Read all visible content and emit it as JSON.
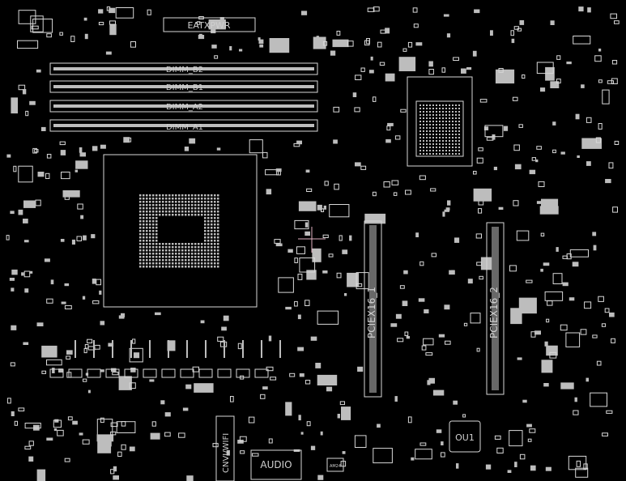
{
  "board": {
    "labels": {
      "eatxpwr": "EATXPWR",
      "dimm_b2": "DIMM_B2",
      "dimm_b1": "DIMM_B1",
      "dimm_a2": "DIMM_A2",
      "dimm_a1": "DIMM_A1",
      "pciex16_1": "PCIEX16_1",
      "pciex16_2": "PCIEX16_2",
      "ou1": "OU1",
      "audio": "AUDIO",
      "cnvi_wifi": "CNVI/WIFI",
      "aw24": "AM24"
    },
    "colors": {
      "background": "#000000",
      "outline": "#d8d8d8",
      "pads": "#bdbdbd",
      "cursor": "#e0b0c0"
    }
  }
}
